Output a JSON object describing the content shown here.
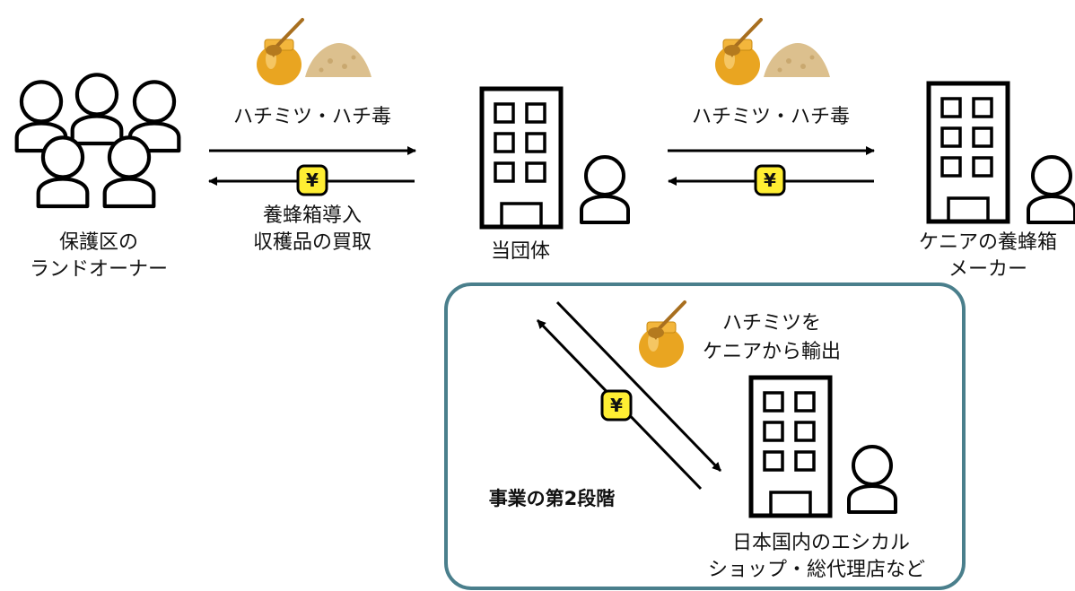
{
  "nodes": {
    "landowners": {
      "line1": "保護区の",
      "line2": "ランドオーナー"
    },
    "organization": {
      "label": "当団体"
    },
    "maker": {
      "line1": "ケニアの養蜂箱",
      "line2": "メーカー"
    },
    "shops": {
      "line1": "日本国内のエシカル",
      "line2": "ショップ・総代理店など"
    }
  },
  "flows": {
    "left_top": "ハチミツ・ハチ毒",
    "left_bottom_line1": "養蜂箱導入",
    "left_bottom_line2": "収穫品の買取",
    "right_top": "ハチミツ・ハチ毒",
    "export_line1": "ハチミツを",
    "export_line2": "ケニアから輸出",
    "currency_symbol": "¥"
  },
  "phase2": {
    "label": "事業の第2段階"
  },
  "colors": {
    "box_border": "#4a7f8c",
    "coin_fill": "#ffee33",
    "honey": "#e9a521",
    "powder": "#dcc08e",
    "stroke": "#000000"
  },
  "icons": [
    "people-group-icon",
    "building-icon",
    "person-icon",
    "honey-jar-icon",
    "bee-venom-powder-icon",
    "yen-coin-icon"
  ]
}
